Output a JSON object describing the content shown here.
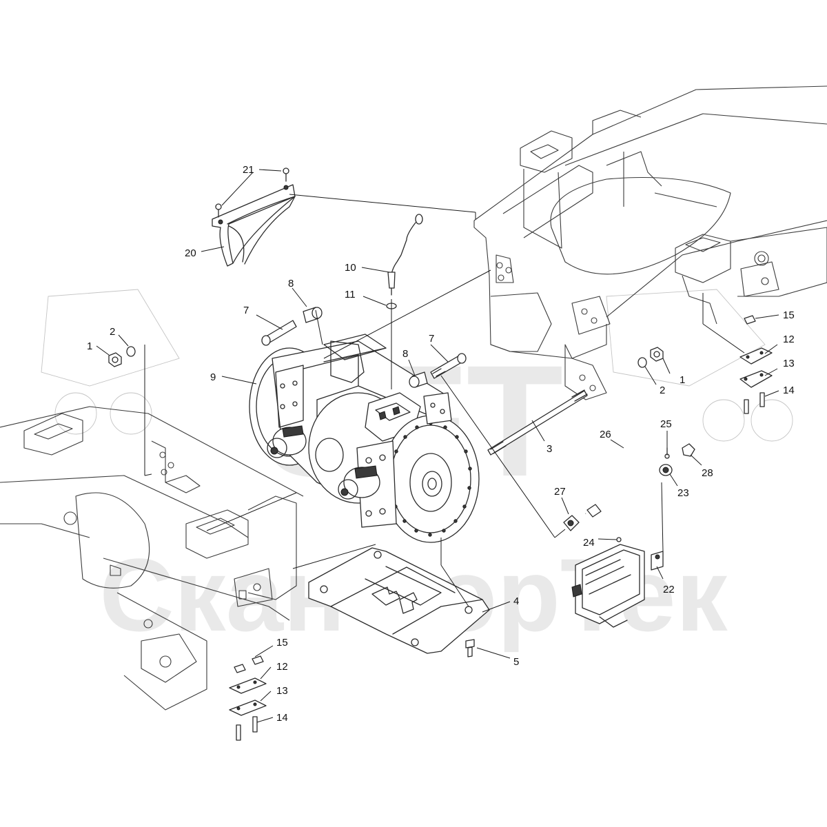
{
  "watermark": {
    "logo": "SFT",
    "text": "СканФорТек"
  },
  "colors": {
    "line": "#2a2a2a",
    "watermark": "#e9e9e9",
    "background": "#ffffff"
  },
  "callouts": [
    {
      "id": "c1a",
      "label": "1"
    },
    {
      "id": "c2a",
      "label": "2"
    },
    {
      "id": "c1b",
      "label": "1"
    },
    {
      "id": "c2b",
      "label": "2"
    },
    {
      "id": "c3",
      "label": "3"
    },
    {
      "id": "c4",
      "label": "4"
    },
    {
      "id": "c5",
      "label": "5"
    },
    {
      "id": "c7a",
      "label": "7"
    },
    {
      "id": "c7b",
      "label": "7"
    },
    {
      "id": "c8a",
      "label": "8"
    },
    {
      "id": "c8b",
      "label": "8"
    },
    {
      "id": "c9",
      "label": "9"
    },
    {
      "id": "c10",
      "label": "10"
    },
    {
      "id": "c11",
      "label": "11"
    },
    {
      "id": "c12a",
      "label": "12"
    },
    {
      "id": "c13a",
      "label": "13"
    },
    {
      "id": "c14a",
      "label": "14"
    },
    {
      "id": "c15a",
      "label": "15"
    },
    {
      "id": "c12b",
      "label": "12"
    },
    {
      "id": "c13b",
      "label": "13"
    },
    {
      "id": "c14b",
      "label": "14"
    },
    {
      "id": "c15b",
      "label": "15"
    },
    {
      "id": "c20",
      "label": "20"
    },
    {
      "id": "c21",
      "label": "21"
    },
    {
      "id": "c22",
      "label": "22"
    },
    {
      "id": "c23",
      "label": "23"
    },
    {
      "id": "c24",
      "label": "24"
    },
    {
      "id": "c25",
      "label": "25"
    },
    {
      "id": "c26",
      "label": "26"
    },
    {
      "id": "c27",
      "label": "27"
    },
    {
      "id": "c28",
      "label": "28"
    }
  ]
}
